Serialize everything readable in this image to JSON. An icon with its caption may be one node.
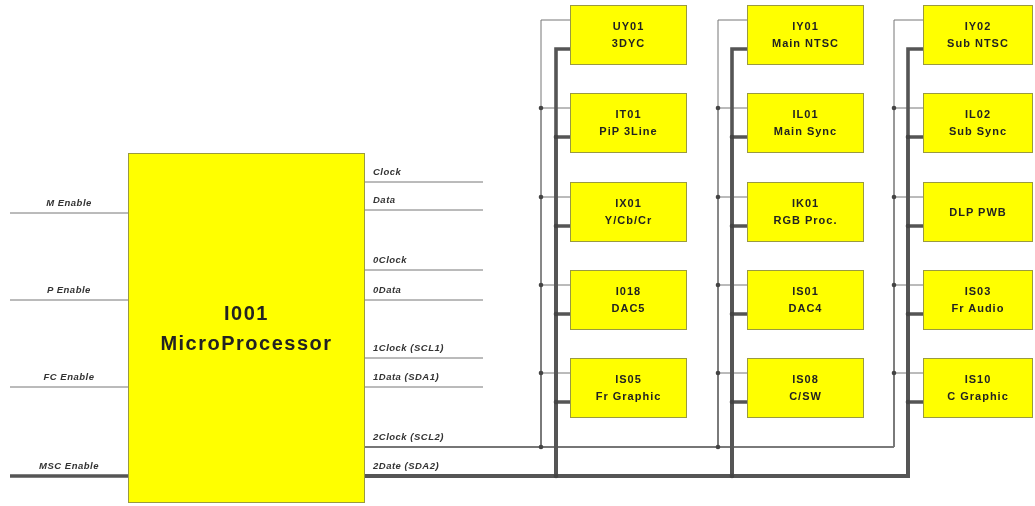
{
  "diagram": {
    "nodes": [
      {
        "text": [
          "I001",
          "MicroProcessor"
        ]
      },
      {
        "text": [
          "UY01",
          "3DYC"
        ]
      },
      {
        "text": [
          "IY01",
          "Main NTSC"
        ]
      },
      {
        "text": [
          "IY02",
          "Sub NTSC"
        ]
      },
      {
        "text": [
          "IT01",
          "PiP 3Line"
        ]
      },
      {
        "text": [
          "IL01",
          "Main Sync"
        ]
      },
      {
        "text": [
          "IL02",
          "Sub Sync"
        ]
      },
      {
        "text": [
          "IX01",
          "Y/Cb/Cr"
        ]
      },
      {
        "text": [
          "IK01",
          "RGB Proc."
        ]
      },
      {
        "text": [
          "DLP PWB"
        ]
      },
      {
        "text": [
          "I018",
          "DAC5"
        ]
      },
      {
        "text": [
          "IS01",
          "DAC4"
        ]
      },
      {
        "text": [
          "IS03",
          "Fr Audio"
        ]
      },
      {
        "text": [
          "IS05",
          "Fr Graphic"
        ]
      },
      {
        "text": [
          "IS08",
          "C/SW"
        ]
      },
      {
        "text": [
          "IS10",
          "C Graphic"
        ]
      }
    ],
    "edges": [
      {
        "from": null,
        "to": 0,
        "arrow": "none",
        "label": "M Enable"
      },
      {
        "from": null,
        "to": 0,
        "arrow": "none",
        "label": "P Enable"
      },
      {
        "from": null,
        "to": 0,
        "arrow": "none",
        "label": "FC Enable"
      },
      {
        "from": null,
        "to": 0,
        "arrow": "none",
        "label": "MSC Enable",
        "style": "thick"
      },
      {
        "from": 0,
        "to": null,
        "arrow": "none",
        "label": "Clock"
      },
      {
        "from": 0,
        "to": null,
        "arrow": "none",
        "label": "Data"
      },
      {
        "from": 0,
        "to": null,
        "arrow": "none",
        "label": "0Clock"
      },
      {
        "from": 0,
        "to": null,
        "arrow": "none",
        "label": "0Data"
      },
      {
        "from": 0,
        "to": null,
        "arrow": "none",
        "label": "1Clock (SCL1)"
      },
      {
        "from": 0,
        "to": null,
        "arrow": "none",
        "label": "1Data (SDA1)"
      },
      {
        "from": 0,
        "to": 1,
        "arrow": "none",
        "label": "2Clock (SCL2)"
      },
      {
        "from": 0,
        "to": 2,
        "arrow": "none"
      },
      {
        "from": 0,
        "to": 3,
        "arrow": "none"
      },
      {
        "from": 0,
        "to": 4,
        "arrow": "none"
      },
      {
        "from": 0,
        "to": 5,
        "arrow": "none"
      },
      {
        "from": 0,
        "to": 6,
        "arrow": "none"
      },
      {
        "from": 0,
        "to": 7,
        "arrow": "none"
      },
      {
        "from": 0,
        "to": 8,
        "arrow": "none"
      },
      {
        "from": 0,
        "to": 9,
        "arrow": "none"
      },
      {
        "from": 0,
        "to": 10,
        "arrow": "none"
      },
      {
        "from": 0,
        "to": 11,
        "arrow": "none"
      },
      {
        "from": 0,
        "to": 12,
        "arrow": "none"
      },
      {
        "from": 0,
        "to": 13,
        "arrow": "none"
      },
      {
        "from": 0,
        "to": 14,
        "arrow": "none"
      },
      {
        "from": 0,
        "to": 15,
        "arrow": "none"
      },
      {
        "from": 0,
        "to": 1,
        "arrow": "none",
        "label": "2Date (SDA2)",
        "style": "thick"
      },
      {
        "from": 0,
        "to": 2,
        "arrow": "none",
        "style": "thick"
      },
      {
        "from": 0,
        "to": 3,
        "arrow": "none",
        "style": "thick"
      },
      {
        "from": 0,
        "to": 4,
        "arrow": "none",
        "style": "thick"
      },
      {
        "from": 0,
        "to": 5,
        "arrow": "none",
        "style": "thick"
      },
      {
        "from": 0,
        "to": 6,
        "arrow": "none",
        "style": "thick"
      },
      {
        "from": 0,
        "to": 7,
        "arrow": "none",
        "style": "thick"
      },
      {
        "from": 0,
        "to": 8,
        "arrow": "none",
        "style": "thick"
      },
      {
        "from": 0,
        "to": 9,
        "arrow": "none",
        "style": "thick"
      },
      {
        "from": 0,
        "to": 10,
        "arrow": "none",
        "style": "thick"
      },
      {
        "from": 0,
        "to": 11,
        "arrow": "none",
        "style": "thick"
      },
      {
        "from": 0,
        "to": 12,
        "arrow": "none",
        "style": "thick"
      },
      {
        "from": 0,
        "to": 13,
        "arrow": "none",
        "style": "thick"
      },
      {
        "from": 0,
        "to": 14,
        "arrow": "none",
        "style": "thick"
      },
      {
        "from": 0,
        "to": 15,
        "arrow": "none",
        "style": "thick"
      }
    ]
  }
}
